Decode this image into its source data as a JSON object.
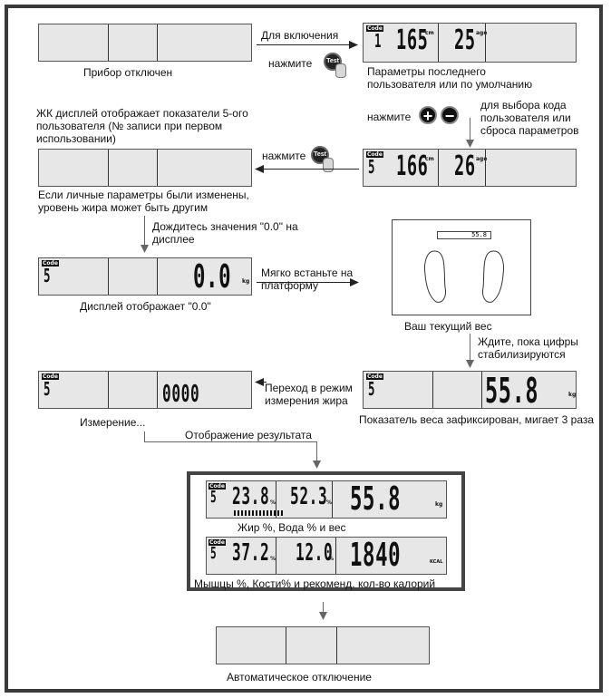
{
  "labels": {
    "off_caption": "Прибор отключен",
    "to_turn_on": "Для включения",
    "press1": "нажмите",
    "last_user_caption": "Параметры последнего пользователя или по умолчанию",
    "lcd_user5_caption": "ЖК дисплей отображает показатели 5-ого пользователя (№ записи при первом использовании)",
    "press_pm": "нажмите",
    "select_code": "для выбора кода пользователя или сброса параметров",
    "press2": "нажмите",
    "changed_caption": "Если личные параметры были изменены, уровень жира может быть другим",
    "wait_00": "Дождитесь значения \"0.0\" на дисплее",
    "shows_00": "Дисплей отображает \"0.0\"",
    "step_on": "Мягко встаньте на платформу",
    "current_weight": "Ваш текущий вес",
    "wait_stable": "Ждите, пока цифры стабилизируются",
    "to_fat_mode": "Переход в режим измерения жира",
    "measuring": "Измерение...",
    "weight_locked": "Показатель веса зафиксирован, мигает 3 раза",
    "show_result": "Отображение результата",
    "fat_water_weight": "Жир %, Вода % и вес",
    "muscle_bone_cal": "Мышцы %, Кости% и рекоменд. кол-во калорий",
    "auto_off": "Автоматическое отключение"
  },
  "buttons": {
    "test": "Test",
    "plus": "+",
    "minus": "−"
  },
  "lcd_values": {
    "code_tag": "Code",
    "unit_cm": "cm",
    "unit_age": "age",
    "unit_kg": "kg",
    "unit_pct": "%",
    "unit_kcal": "KCAL",
    "d2_user": "1",
    "d2_height": "165",
    "d2_age": "25",
    "d3_user": "5",
    "d3_height": "166",
    "d3_age": "26",
    "d4_user": "5",
    "d4_weight": "0.0",
    "d5_user": "5",
    "d5_weight": "55.8",
    "d6_user": "5",
    "d6_measure": "0000",
    "scale_readout": "55.8",
    "r1_user": "5",
    "r1_fat": "23.8",
    "r1_water": "52.3",
    "r1_weight": "55.8",
    "r2_user": "5",
    "r2_muscle": "37.2",
    "r2_bone": "12.0",
    "r2_kcal": "1840"
  }
}
